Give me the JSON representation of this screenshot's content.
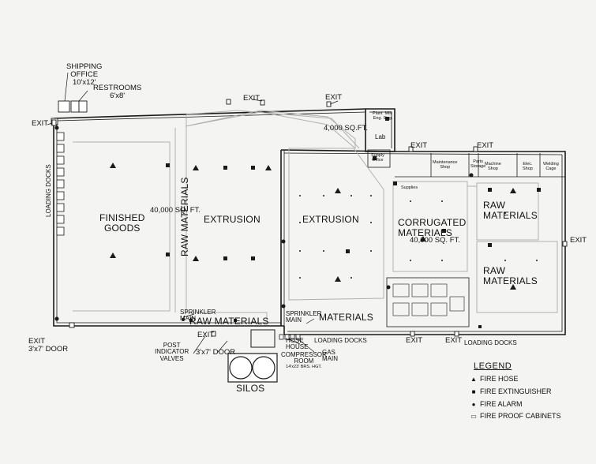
{
  "labels": {
    "shipping_office": "SHIPPING OFFICE 10'x12'",
    "shipping_office_l1": "SHIPPING",
    "shipping_office_l2": "OFFICE",
    "shipping_office_l3": "10'x12'",
    "restrooms_l1": "RESTROOMS",
    "restrooms_l2": "6'x8'",
    "exit": "EXIT",
    "exit_door_l1": "EXIT",
    "exit_door_l2": "3'x7' DOOR",
    "loading_docks_vertical": "LOADING DOCKS",
    "finished_goods_l1": "FINISHED",
    "finished_goods_l2": "GOODS",
    "area_40000_ft": "40,000 SQ. FT.",
    "raw_materials_vertical": "RAW MATERIALS",
    "extrusion_1": "EXTRUSION",
    "extrusion_2": "EXTRUSION",
    "area_4000": "4,000 SQ.FT.",
    "lab": "Lab",
    "corrugated_l1": "CORRUGATED",
    "corrugated_l2": "MATERIALS",
    "area_40000_ft_2": "40,000 SQ. FT.",
    "raw_materials_1_l1": "RAW",
    "raw_materials_1_l2": "MATERIALS",
    "raw_materials_2_l1": "RAW",
    "raw_materials_2_l2": "MATERIALS",
    "raw_materials_bottom_1": "RAW MATERIALS",
    "raw_materials_bottom_2": "MATERIALS",
    "sprinkler_main_1_l1": "SPRINKLER",
    "sprinkler_main_1_l2": "MAIN",
    "sprinkler_main_2_l1": "SPRINKLER",
    "sprinkler_main_2_l2": "MAIN",
    "loading_docks_1": "LOADING DOCKS",
    "loading_docks_2": "LOADING DOCKS",
    "hose_house_l1": "HOSE",
    "hose_house_l2": "HOUSE",
    "gas_main_l1": "GAS",
    "gas_main_l2": "MAIN",
    "compressor_l1": "COMPRESSOR",
    "compressor_l2": "ROOM",
    "compressor_l3": "14'x23' BRS. HGT.",
    "post_indicator_l1": "POST",
    "post_indicator_l2": "INDICATOR",
    "post_indicator_l3": "VALVES",
    "door_3x7": "3'x7' DOOR",
    "silos": "SILOS",
    "maintenance_shop_l1": "Maintenance",
    "maintenance_shop_l2": "Shop",
    "machine_shop_l1": "Machine",
    "machine_shop_l2": "Shop",
    "elec_shop_l1": "Elec.",
    "elec_shop_l2": "Shop",
    "welding_cage_l1": "Welding",
    "welding_cage_l2": "Cage",
    "supplies": "Supplies",
    "supply_office_l1": "Supply",
    "supply_office_l2": "Office",
    "plant_eng_l1": "Plant",
    "plant_eng_l2": "Eng.",
    "mill_l1": "Mill",
    "mill_l2": "Eng.",
    "parts_storage_l1": "Parts",
    "parts_storage_l2": "Storage"
  },
  "legend": {
    "title": "LEGEND",
    "items": [
      {
        "symbol": "▲",
        "label": "FIRE HOSE"
      },
      {
        "symbol": "■",
        "label": "FIRE EXTINGUISHER"
      },
      {
        "symbol": "●",
        "label": "FIRE ALARM"
      },
      {
        "symbol": "▭",
        "label": "FIRE PROOF CABINETS"
      }
    ]
  },
  "colors": {
    "ink": "#1a1a1a",
    "paper": "#f4f4f2",
    "light_line": "#b8b8b8"
  }
}
